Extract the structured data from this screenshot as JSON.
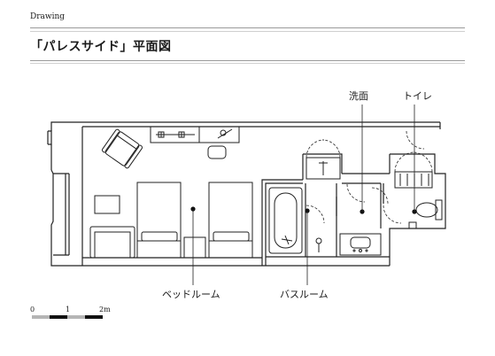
{
  "header": {
    "section": "Drawing",
    "title": "「パレスサイド」平面図"
  },
  "labels": {
    "washroom": "洗面",
    "toilet": "トイレ",
    "bedroom": "ベッドルーム",
    "bathroom": "バスルーム"
  },
  "scale": {
    "ticks": [
      "0",
      "1",
      "2m"
    ]
  }
}
